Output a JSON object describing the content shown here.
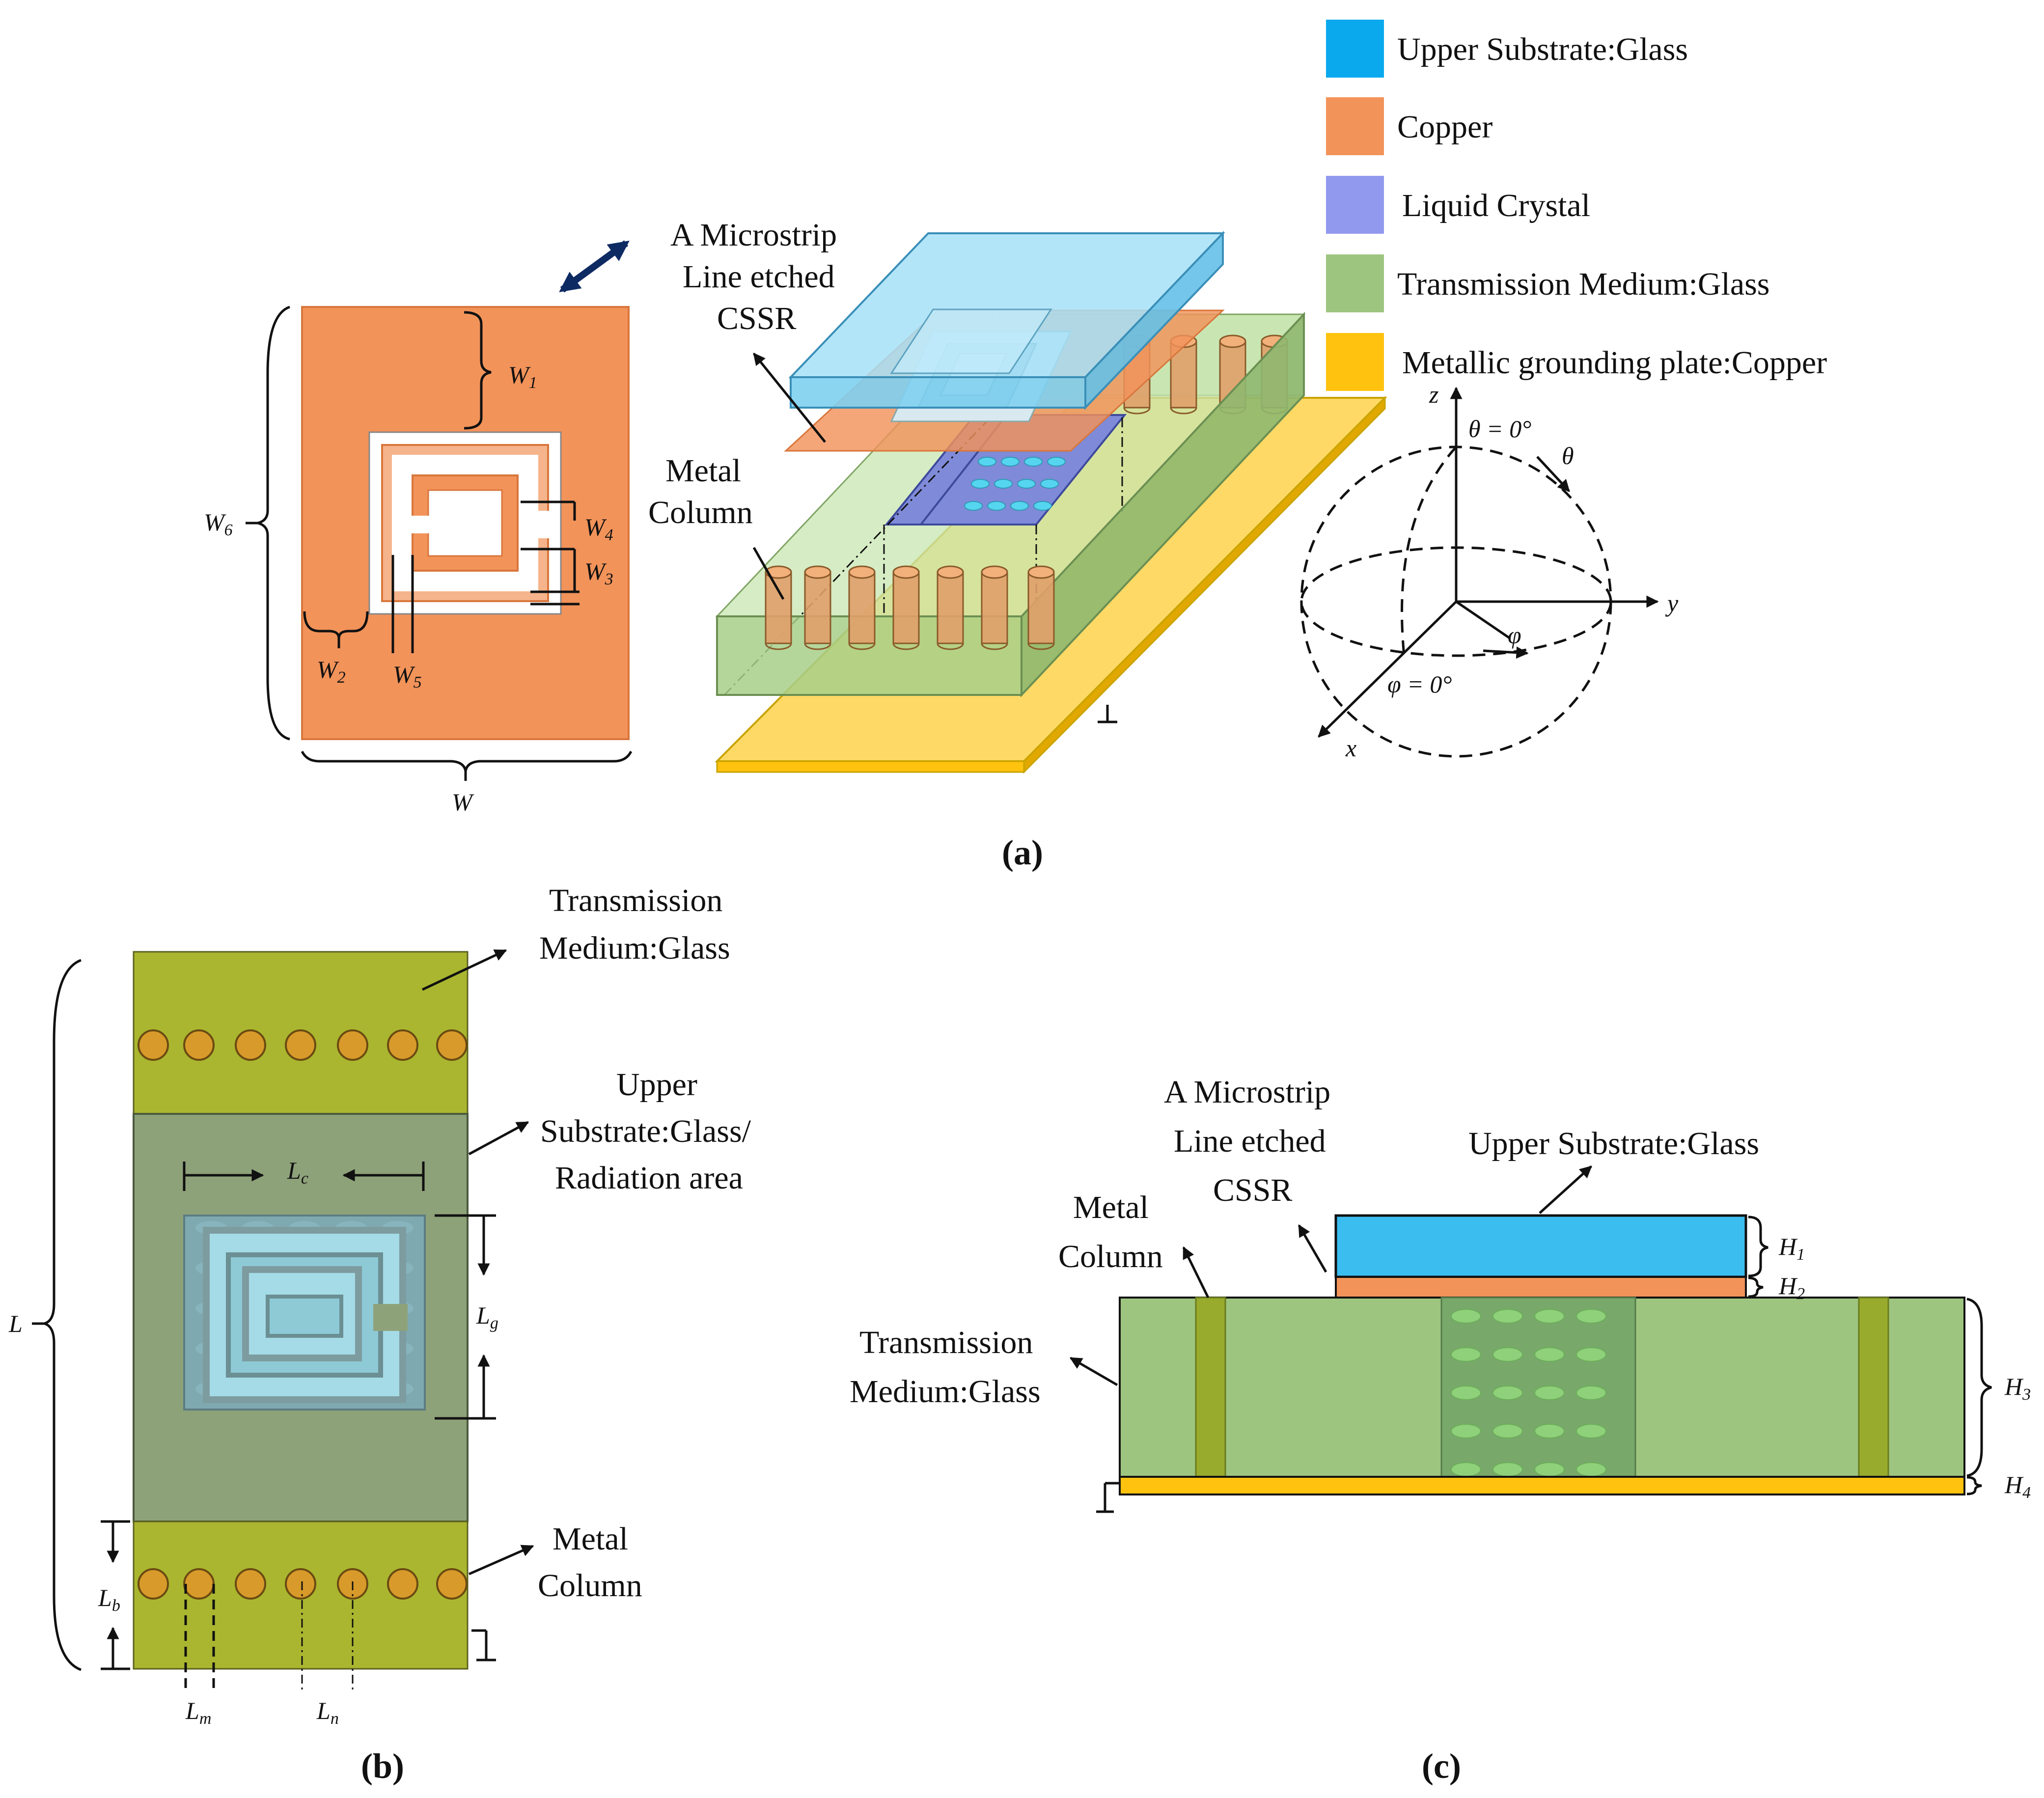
{
  "legend": [
    {
      "label": "Upper Substrate:Glass",
      "color": "#0aa9ee"
    },
    {
      "label": "Copper",
      "color": "#f2935a"
    },
    {
      "label": "Liquid Crystal",
      "color": "#9199ee"
    },
    {
      "label": "Transmission Medium:Glass",
      "color": "#9dc57f"
    },
    {
      "label": "Metallic grounding plate:Copper",
      "color": "#ffc20e"
    }
  ],
  "panel_a": {
    "caption": "a",
    "unit_cell": {
      "w1": "W",
      "w1_sub": "1",
      "w2": "W",
      "w2_sub": "2",
      "w3": "W",
      "w3_sub": "3",
      "w4": "W",
      "w4_sub": "4",
      "w5": "W",
      "w5_sub": "5",
      "w6": "W",
      "w6_sub": "6",
      "w": "W"
    },
    "microstrip_label": [
      "A Microstrip",
      "Line etched",
      "CSSR"
    ],
    "metal_column_label": [
      "Metal",
      "Column"
    ],
    "coords": {
      "z": "z",
      "y": "y",
      "x": "x",
      "theta": "θ",
      "phi": "φ",
      "theta0": "θ = 0°",
      "phi0": "φ = 0°"
    }
  },
  "panel_b": {
    "caption": "b",
    "transmission_label": [
      "Transmission",
      "Medium:Glass"
    ],
    "upper_label": [
      "Upper",
      "Substrate:Glass/",
      "Radiation area"
    ],
    "metal_column_label": [
      "Metal",
      "Column"
    ],
    "dims": {
      "l": "L",
      "lc": "L",
      "lc_sub": "c",
      "lg": "L",
      "lg_sub": "g",
      "lb": "L",
      "lb_sub": "b",
      "lm": "L",
      "lm_sub": "m",
      "ln": "L",
      "ln_sub": "n"
    }
  },
  "panel_c": {
    "caption": "c",
    "microstrip_label": [
      "A Microstrip",
      "Line etched",
      "CSSR"
    ],
    "upper_label": "Upper Substrate:Glass",
    "metal_column_label": [
      "Metal",
      "Column"
    ],
    "transmission_label": [
      "Transmission",
      "Medium:Glass"
    ],
    "dims": {
      "h1": "H",
      "h1_sub": "1",
      "h2": "H",
      "h2_sub": "2",
      "h3": "H",
      "h3_sub": "3",
      "h4": "H",
      "h4_sub": "4"
    }
  }
}
